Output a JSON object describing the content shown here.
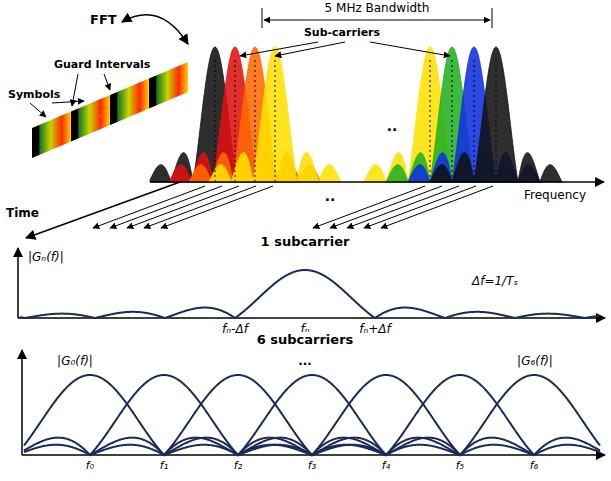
{
  "diagram": {
    "labels": [
      "5 MHz Bandwidth",
      "FFT",
      "Sub-carriers",
      "Guard Intervals",
      "Symbols",
      "Frequency",
      "Time",
      "..",
      "..",
      "1 subcarrier",
      "|Gₙ(f)|",
      "Δf=1/Tₛ",
      "fₙ-Δf",
      "fₙ",
      "fₙ+Δf",
      "6 subcarriers",
      "|G₀(f)|",
      "...",
      "|G₆(f)|",
      "f₀",
      "f₁",
      "f₂",
      "f₃",
      "f₄",
      "f₅",
      "f₆"
    ]
  }
}
